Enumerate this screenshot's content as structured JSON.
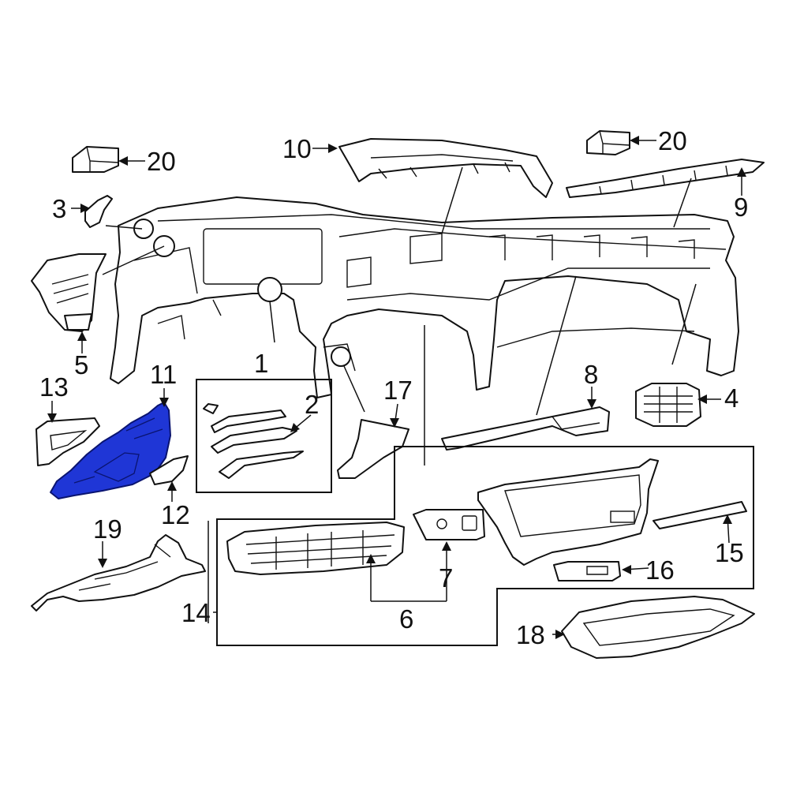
{
  "diagram": {
    "highlight_color": "#1f36d6",
    "highlighted_part": "11",
    "callouts": [
      "1",
      "2",
      "3",
      "4",
      "5",
      "6",
      "7",
      "8",
      "9",
      "10",
      "11",
      "12",
      "13",
      "14",
      "15",
      "16",
      "17",
      "18",
      "19",
      "20",
      "20"
    ]
  }
}
